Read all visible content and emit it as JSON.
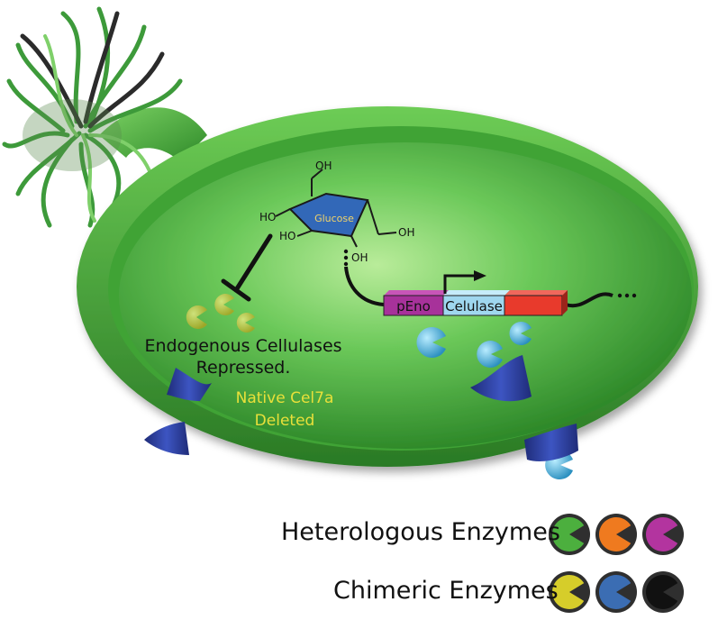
{
  "molecule": {
    "name": "Glucose",
    "groups": [
      "OH",
      "HO",
      "HO",
      "OH",
      "OH"
    ]
  },
  "construct": {
    "promoter": "pEno",
    "gene": "Celulase",
    "colors": {
      "promoter": "#a7329a",
      "gene": "#9fd7ef",
      "terminator": "#e83a2c"
    }
  },
  "labels": {
    "repressed": [
      "Endogenous Cellulases",
      "Repressed."
    ],
    "deleted": [
      "Native Cel7a",
      "Deleted"
    ]
  },
  "legend": {
    "heterologous": {
      "label": "Heterologous Enzymes",
      "colors": [
        "#4caf3e",
        "#ef7a1f",
        "#b3349f"
      ]
    },
    "chimeric": {
      "label": "Chimeric Enzymes",
      "colors": [
        "#d6cd2a",
        "#3b6db3",
        "#111111"
      ]
    }
  },
  "colors": {
    "cell": "#4fb847",
    "cell_dark": "#2a7d26",
    "enzyme_blue": "#4fb6d8",
    "transporter": "#2b3b8f",
    "label_yellow": "#e8e03a",
    "sugar_blue": "#3268b8"
  }
}
